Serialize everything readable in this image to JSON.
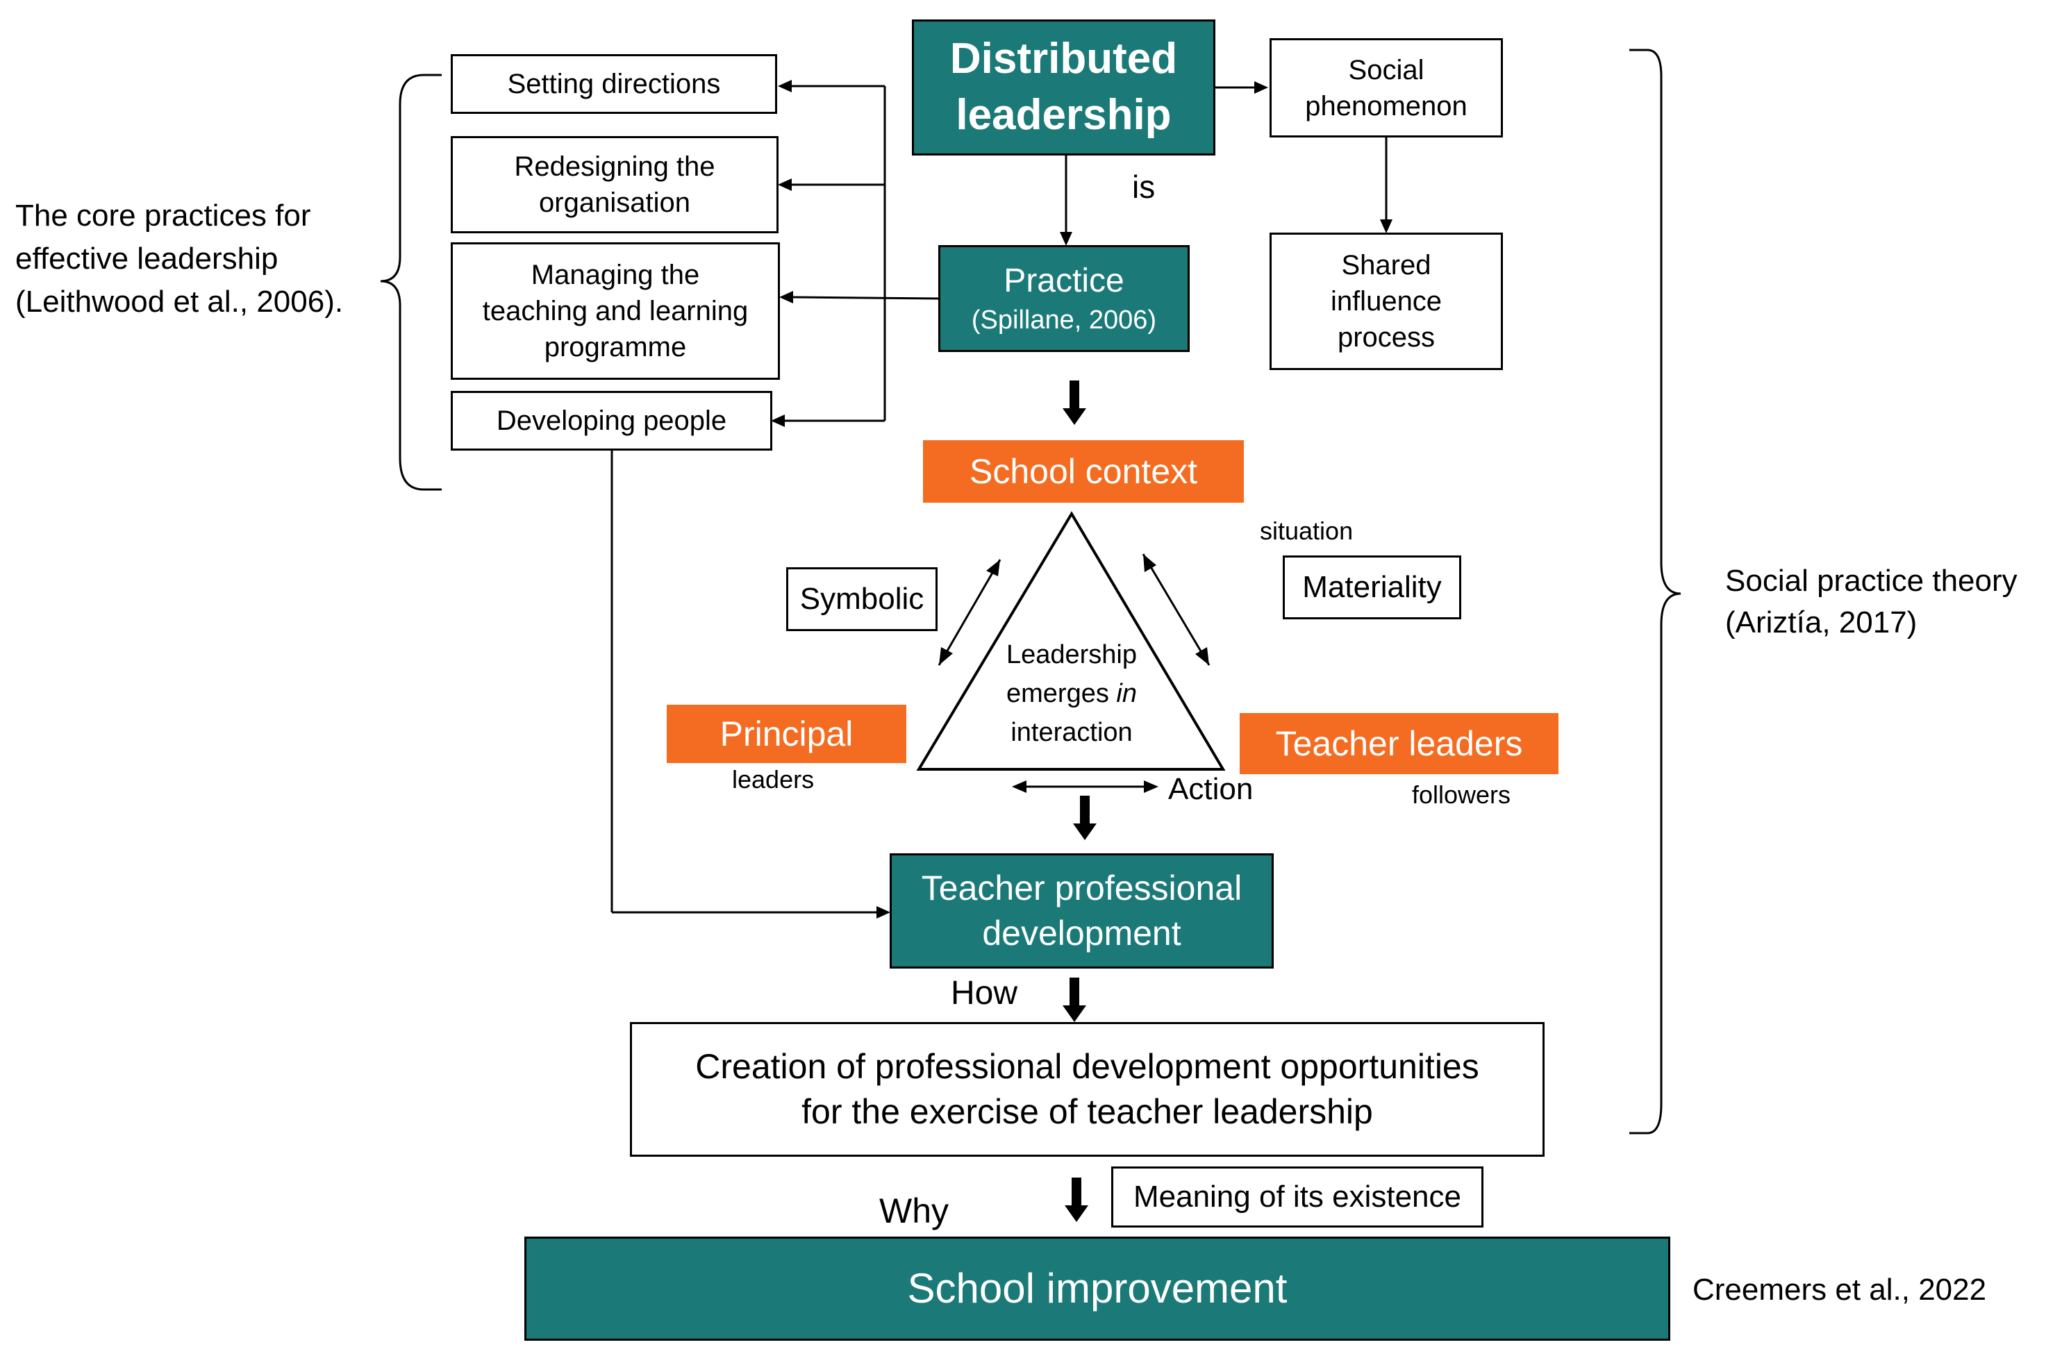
{
  "colors": {
    "teal": "#1b7a78",
    "orange": "#f36c21",
    "line": "#000000"
  },
  "boxes": {
    "distributed_leadership": "Distributed\nleadership",
    "social_phenomenon": "Social\nphenomenon",
    "shared_influence": "Shared\ninfluence\nprocess",
    "setting_directions": "Setting directions",
    "redesigning": "Redesigning the\norganisation",
    "managing": "Managing the\nteaching and learning\nprogramme",
    "developing_people": "Developing people",
    "practice_title": "Practice",
    "practice_citation": "(Spillane, 2006)",
    "school_context": "School context",
    "symbolic": "Symbolic",
    "materiality": "Materiality",
    "principal": "Principal",
    "teacher_leaders": "Teacher leaders",
    "triangle_text_1": "Leadership",
    "triangle_text_2a": "emerges ",
    "triangle_text_2b": "in",
    "triangle_text_3": "interaction",
    "teacher_pd": "Teacher professional\ndevelopment",
    "creation": "Creation of professional development opportunities\nfor the exercise of teacher leadership",
    "meaning": "Meaning of its existence",
    "school_improvement": "School improvement"
  },
  "labels": {
    "is": "is",
    "situation": "situation",
    "leaders": "leaders",
    "followers": "followers",
    "action": "Action",
    "how": "How",
    "why": "Why"
  },
  "annotations": {
    "core_practices": "The core practices for\neffective leadership\n(Leithwood et al., 2006).",
    "social_practice_theory": "Social practice theory\n(Ariztía, 2017)",
    "creemers": "Creemers et al., 2022"
  }
}
